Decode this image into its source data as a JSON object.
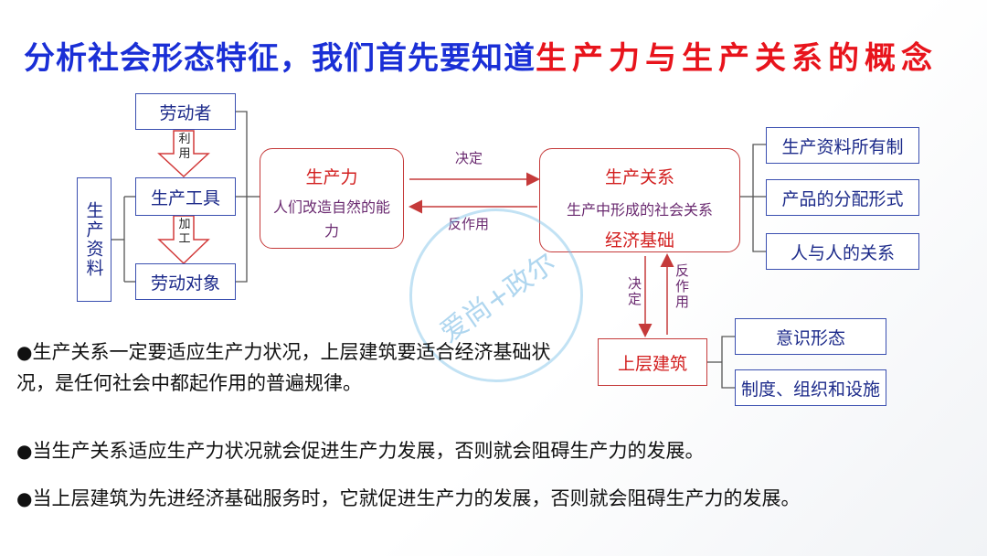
{
  "title": {
    "part1": "分析社会形态特征，我们首先要知道",
    "part2": "生产力与生产关系的概念"
  },
  "left": {
    "means_label": "生产资料",
    "laborer": "劳动者",
    "tool": "生产工具",
    "object": "劳动对象",
    "arrow1": "利用",
    "arrow2": "加工"
  },
  "productive_forces": {
    "title": "生产力",
    "desc": "人们改造自然的能力"
  },
  "relations": {
    "title": "生产关系",
    "desc": "生产中形成的社会关系",
    "base": "经济基础"
  },
  "arrows": {
    "decide": "决定",
    "react": "反作用"
  },
  "right_items": [
    "生产资料所有制",
    "产品的分配形式",
    "人与人的关系"
  ],
  "superstructure": {
    "title": "上层建筑",
    "items": [
      "意识形态",
      "制度、组织和设施"
    ]
  },
  "watermark": "爱尚+政尔",
  "bullets": [
    "生产关系一定要适应生产力状况，上层建筑要适合经济基础状况，是任何社会中都起作用的普遍规律。",
    "当生产关系适应生产力状况就会促进生产力发展，否则就会阻碍生产力的发展。",
    "当上层建筑为先进经济基础服务时，它就促进生产力的发展，否则就会阻碍生产力的发展。"
  ]
}
